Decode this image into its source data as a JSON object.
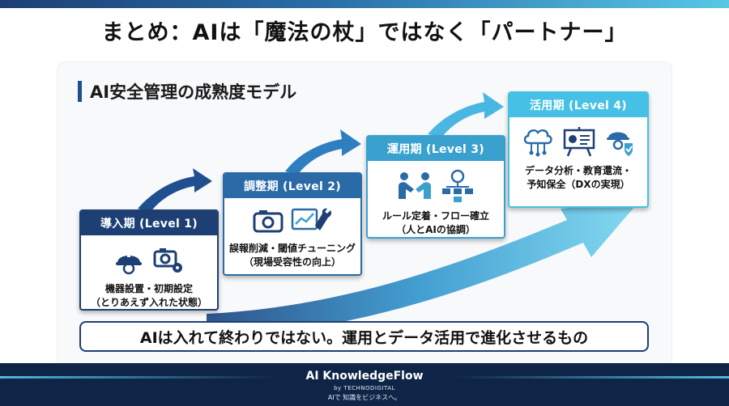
{
  "title": "まとめ：AIは「魔法の杖」ではなく「パートナー」",
  "panel_heading": "AI安全管理の成熟度モデル",
  "stages": [
    {
      "label": "導入期 (Level 1)",
      "desc_lines": [
        "機器設置・初期設定",
        "（とりあえず入れた状態）"
      ],
      "icons": [
        "hardhat-worker-icon",
        "camera-gear-icon"
      ]
    },
    {
      "label": "調整期 (Level 2)",
      "desc_lines": [
        "誤報削減・閾値チューニング",
        "（現場受容性の向上）"
      ],
      "icons": [
        "camera-icon",
        "chart-wrench-icon"
      ]
    },
    {
      "label": "運用期 (Level 3)",
      "desc_lines": [
        "ルール定着・フロー確立",
        "（人とAIの協調）"
      ],
      "icons": [
        "handshake-icon",
        "ai-flowchart-icon"
      ]
    },
    {
      "label": "活用期 (Level 4)",
      "desc_lines": [
        "データ分析・教育還流・",
        "予知保全（DXの実現）"
      ],
      "icons": [
        "cloud-network-icon",
        "presentation-board-icon",
        "shield-worker-icon"
      ]
    }
  ],
  "summary": "AIは入れて終わりではない。運用とデータ活用で進化させるもの",
  "footer": {
    "brand": "AI KnowledgeFlow",
    "by": "by TECHNODIGITAL",
    "tagline": "AIで 知識をビジネスへ。"
  },
  "colors": {
    "level1": "#1d3f73",
    "level2": "#2a6aa6",
    "level3": "#3aa1cf",
    "level4": "#46c0e4",
    "footer_bg": "#0f2547"
  }
}
